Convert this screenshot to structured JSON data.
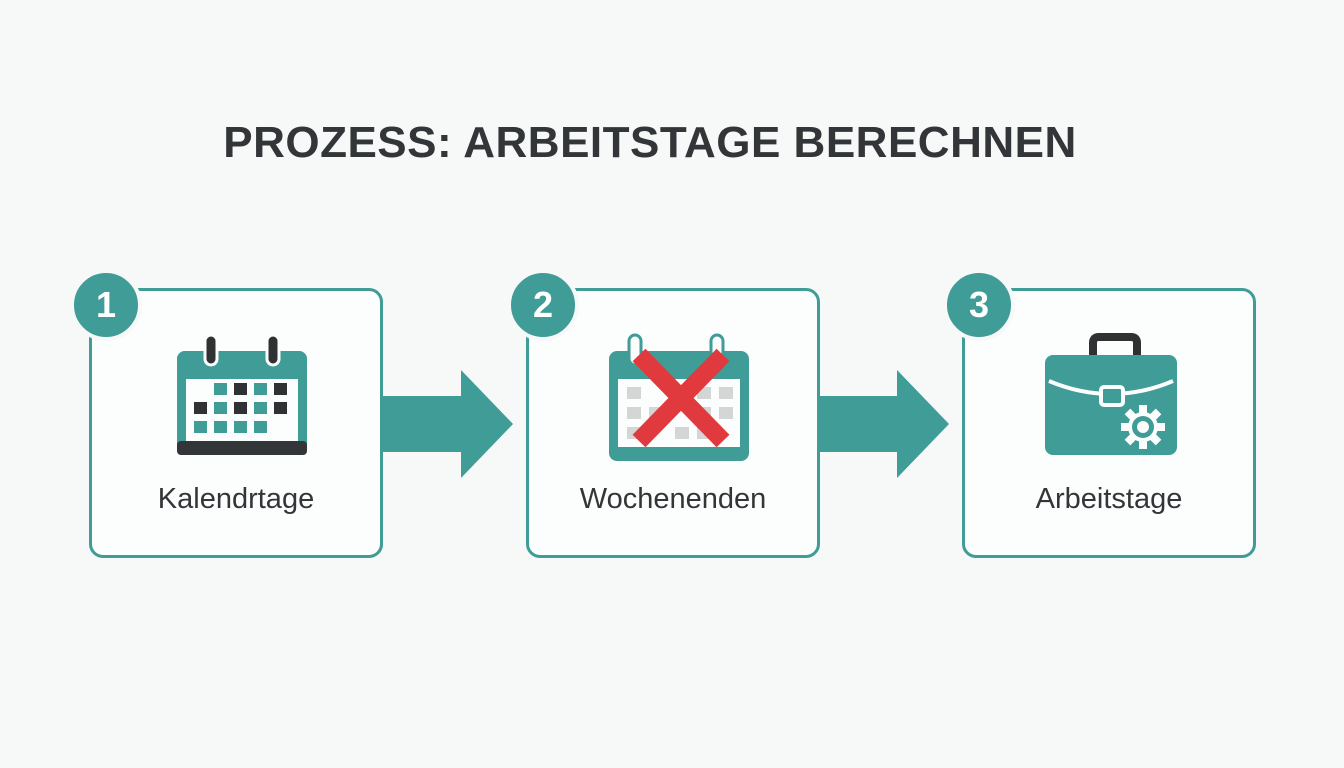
{
  "title": "PROZESS: ARBEITSTAGE BERECHNEN",
  "steps": [
    {
      "number": "1",
      "label": "Kalendrtage",
      "icon": "calendar-icon"
    },
    {
      "number": "2",
      "label": "Wochenenden",
      "icon": "calendar-crossed-icon"
    },
    {
      "number": "3",
      "label": "Arbeitstage",
      "icon": "briefcase-gear-icon"
    }
  ],
  "colors": {
    "accent": "#3f9c96",
    "text": "#333638",
    "cross": "#e03a3e",
    "dark_square": "#2f3133",
    "muted_square": "#d4d6d6"
  }
}
